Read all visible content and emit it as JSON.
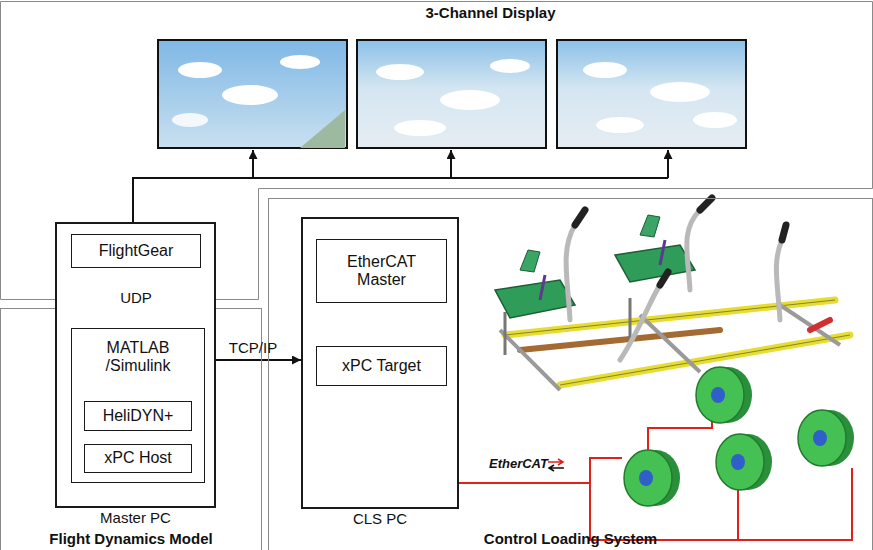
{
  "diagram": {
    "nodes": [
      {
        "text": [
          "3-Channel Display"
        ]
      },
      {
        "text": [
          "Flight Dynamics Model"
        ]
      },
      {
        "text": [
          "Master PC"
        ]
      },
      {
        "text": [
          "FlightGear"
        ],
        "in": 2
      },
      {
        "text": [
          "MATLAB /Simulink"
        ],
        "in": 2
      },
      {
        "text": [
          "HeliDYN+"
        ],
        "in": 4
      },
      {
        "text": [
          "xPC Host"
        ],
        "in": 4
      },
      {
        "text": [
          "Control Loading System"
        ]
      },
      {
        "text": [
          "CLS PC"
        ],
        "in": 7
      },
      {
        "text": [
          "EtherCAT Master"
        ],
        "in": 8
      },
      {
        "text": [
          "xPC Target"
        ],
        "in": 8
      }
    ],
    "edges": [
      {
        "from": 4,
        "to": 3,
        "arrow": "to",
        "label": "UDP"
      },
      {
        "from": 4,
        "to": 8,
        "arrow": "both",
        "label": "TCP/IP"
      }
    ],
    "labels": [
      "EtherCAT"
    ]
  }
}
